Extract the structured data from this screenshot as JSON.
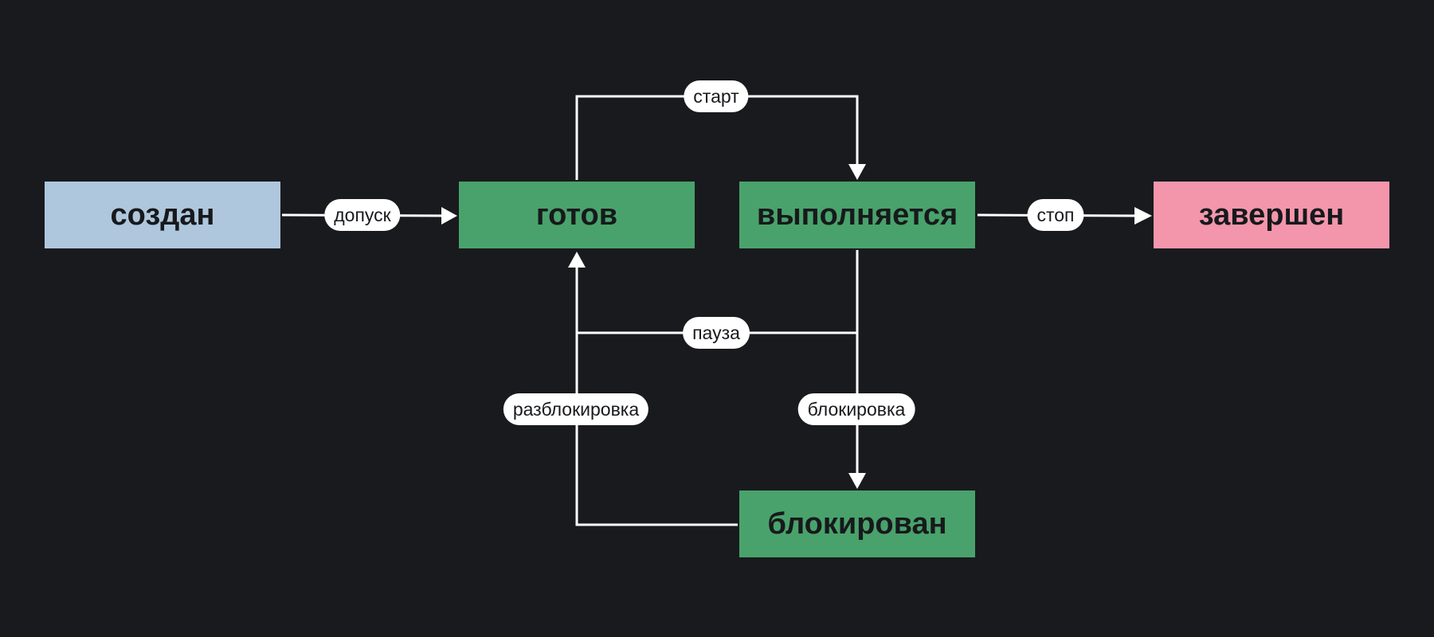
{
  "colors": {
    "background": "#191a1e",
    "edge": "#ffffff",
    "label_bg": "#ffffff",
    "text_dark": "#17191c",
    "state_initial": "#aec7dd",
    "state_active": "#49a26b",
    "state_final": "#f396ac"
  },
  "states": {
    "created": {
      "label": "создан",
      "color": "#aec7dd"
    },
    "ready": {
      "label": "готов",
      "color": "#49a26b"
    },
    "running": {
      "label": "выполняется",
      "color": "#49a26b"
    },
    "done": {
      "label": "завершен",
      "color": "#f396ac"
    },
    "blocked": {
      "label": "блокирован",
      "color": "#49a26b"
    }
  },
  "transitions": {
    "admit": {
      "label": "допуск",
      "from": "создан",
      "to": "готов"
    },
    "start": {
      "label": "старт",
      "from": "готов",
      "to": "выполняется"
    },
    "stop": {
      "label": "стоп",
      "from": "выполняется",
      "to": "завершен"
    },
    "pause": {
      "label": "пауза",
      "from": "выполняется",
      "to": "готов"
    },
    "block": {
      "label": "блокировка",
      "from": "выполняется",
      "to": "блокирован"
    },
    "unblock": {
      "label": "разблокировка",
      "from": "блокирован",
      "to": "готов"
    }
  }
}
